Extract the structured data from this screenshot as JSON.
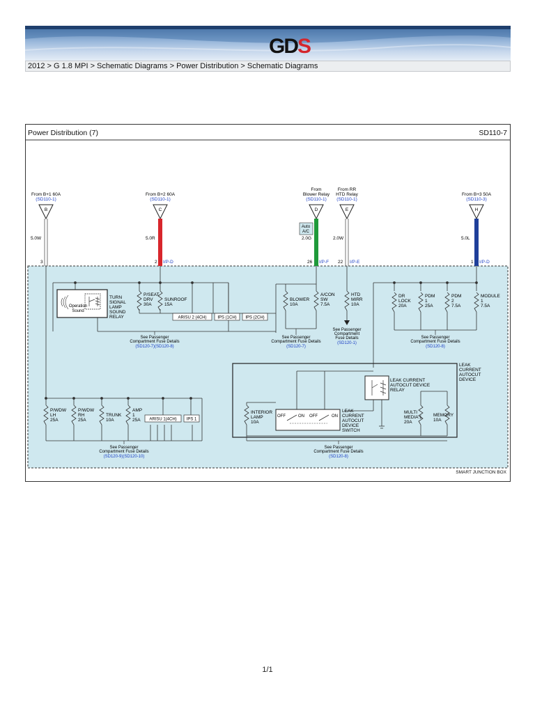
{
  "header": {
    "logo_main": "GD",
    "logo_accent": "S",
    "breadcrumb": "2012 > G 1.8 MPI > Schematic Diagrams > Power Distribution > Schematic Diagrams"
  },
  "diagram": {
    "title": "Power Distribution (7)",
    "code": "SD110-7",
    "footer_label": "SMART JUNCTION BOX",
    "sources": {
      "b": {
        "line1": "From B+1 60A",
        "ref": "(SD110-1)",
        "letter": "B",
        "wire": "5.0W",
        "pin": "3",
        "conn": ""
      },
      "c": {
        "line1": "From B+2 60A",
        "ref": "(SD110-1)",
        "letter": "C",
        "wire": "5.0R",
        "pin": "2",
        "conn": "I/P-D"
      },
      "d": {
        "line1": "From",
        "line2": "Blower Relay",
        "ref": "(SD110-1)",
        "letter": "D",
        "wire": "2.0G",
        "pin": "26",
        "conn": "I/P-F",
        "tag1": "Auto",
        "tag2": "A/C"
      },
      "e": {
        "line1": "From RR",
        "line2": "HTD Relay",
        "ref": "(SD110-1)",
        "letter": "E",
        "wire": "2.0W",
        "pin": "22",
        "conn": "I/P-E"
      },
      "h": {
        "line1": "From B+3 50A",
        "ref": "(SD110-3)",
        "letter": "H",
        "wire": "5.0L",
        "pin": "1",
        "conn": "I/P-D"
      }
    },
    "relay": {
      "l1": "TURN",
      "l2": "SIGNAL",
      "l3": "LAMP",
      "l4": "SOUND",
      "l5": "RELAY",
      "op1": "Operation",
      "op2": "Sound"
    },
    "fuses": {
      "pseat": {
        "l1": "P/SEAT",
        "l2": "DRV",
        "l3": "30A"
      },
      "sunroof": {
        "l1": "SUNROOF",
        "l2": "15A"
      },
      "blower": {
        "l1": "BLOWER",
        "l2": "10A"
      },
      "acon": {
        "l1": "A/CON",
        "l2": "SW",
        "l3": "7.5A"
      },
      "htd": {
        "l1": "HTD",
        "l2": "MIRR",
        "l3": "10A"
      },
      "drlock": {
        "l1": "DR",
        "l2": "LOCK",
        "l3": "20A"
      },
      "pdm1": {
        "l1": "PDM",
        "l2": "1",
        "l3": "25A"
      },
      "pdm2": {
        "l1": "PDM",
        "l2": "2",
        "l3": "7.5A"
      },
      "module1": {
        "l1": "MODULE",
        "l2": "1",
        "l3": "7.5A"
      },
      "pwdwlh": {
        "l1": "P/WDW",
        "l2": "LH",
        "l3": "25A"
      },
      "pwdwrh": {
        "l1": "P/WDW",
        "l2": "RH",
        "l3": "25A"
      },
      "trunk": {
        "l1": "TRUNK",
        "l2": "10A"
      },
      "amp": {
        "l1": "AMP",
        "l2": "1",
        "l3": "25A"
      },
      "interior": {
        "l1": "INTERIOR",
        "l2": "LAMP",
        "l3": "10A"
      },
      "multimedia": {
        "l1": "MULTI",
        "l2": "MEDIA 1",
        "l3": "20A"
      },
      "memory": {
        "l1": "MEMORY",
        "l2": "10A"
      }
    },
    "boxes": {
      "arisu2": "ARISU 2 (4CH)",
      "ips1ch": "IPS (1CH)",
      "ips2ch": "IPS (2CH)",
      "arisu1": "ARISU 1(4CH)",
      "ips1": "IPS 1"
    },
    "leak": {
      "device1": "LEAK",
      "device2": "CURRENT",
      "device3": "AUTOCUT",
      "device4": "DEVICE",
      "relay1": "LEAK CURRENT",
      "relay2": "AUTOCUT DEVICE",
      "relay3": "RELAY",
      "sw1": "LEAK",
      "sw2": "CURRENT",
      "sw3": "AUTOCUT",
      "sw4": "DEVICE",
      "sw5": "SWITCH",
      "off": "OFF",
      "on": "ON"
    },
    "notes": {
      "n1": {
        "l1": "See Passenger",
        "l2": "Compartment Fuse Details",
        "l3": "(SD120-7)(SD120-8)"
      },
      "n2": {
        "l1": "See Passenger",
        "l2": "Compartment Fuse Details",
        "l3": "(SD120-7)"
      },
      "n3": {
        "l1": "See Passenger",
        "l2": "Compartment",
        "l3": "Fuse Details",
        "l4": "(SD120-1)"
      },
      "n4": {
        "l1": "See Passenger",
        "l2": "Compartment Fuse Details",
        "l3": "(SD120-8)"
      },
      "n5": {
        "l1": "See Passenger",
        "l2": "Compartment Fuse Details",
        "l3": "(SD120-9)(SD120-10)"
      },
      "n6": {
        "l1": "See Passenger",
        "l2": "Compartment Fuse Details",
        "l3": "(SD120-8)"
      }
    },
    "colors": {
      "red": "#d8262c",
      "green": "#1f9a3a",
      "blue": "#1f3f9a",
      "box_fill": "#cfe8ef",
      "ref_blue": "#1b3fc4"
    }
  },
  "page": {
    "number": "1/1"
  }
}
